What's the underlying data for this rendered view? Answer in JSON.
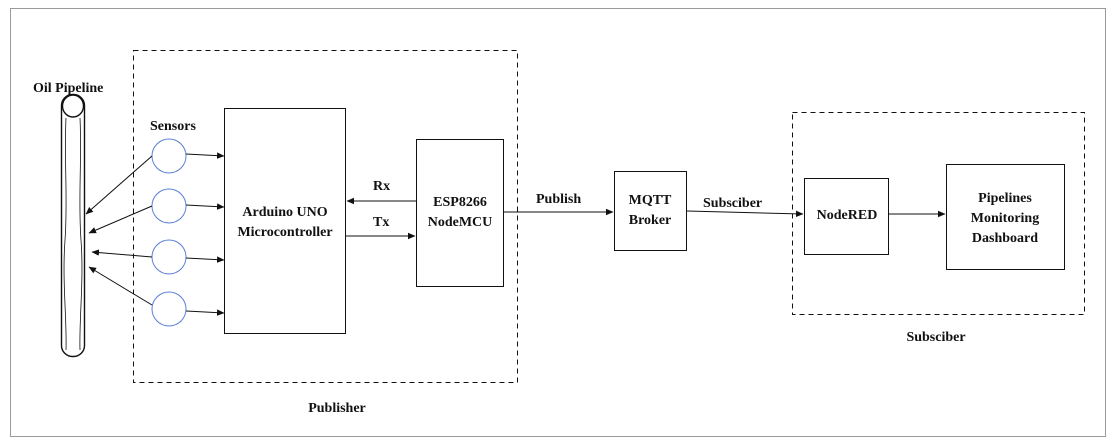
{
  "labels": {
    "oil_pipeline": "Oil Pipeline",
    "sensors": "Sensors",
    "arduino_line1": "Arduino UNO",
    "arduino_line2": "Microcontroller",
    "rx": "Rx",
    "tx": "Tx",
    "esp_line1": "ESP8266",
    "esp_line2": "NodeMCU",
    "publish": "Publish",
    "mqtt_line1": "MQTT",
    "mqtt_line2": "Broker",
    "subscriber_arrow": "Subsciber",
    "nodered": "NodeRED",
    "dashboard_line1": "Pipelines",
    "dashboard_line2": "Monitoring",
    "dashboard_line3": "Dashboard",
    "publisher_group": "Publisher",
    "subscriber_group": "Subsciber"
  },
  "colors": {
    "stroke": "#111111",
    "frame": "#9a9a9a",
    "background": "#ffffff"
  }
}
